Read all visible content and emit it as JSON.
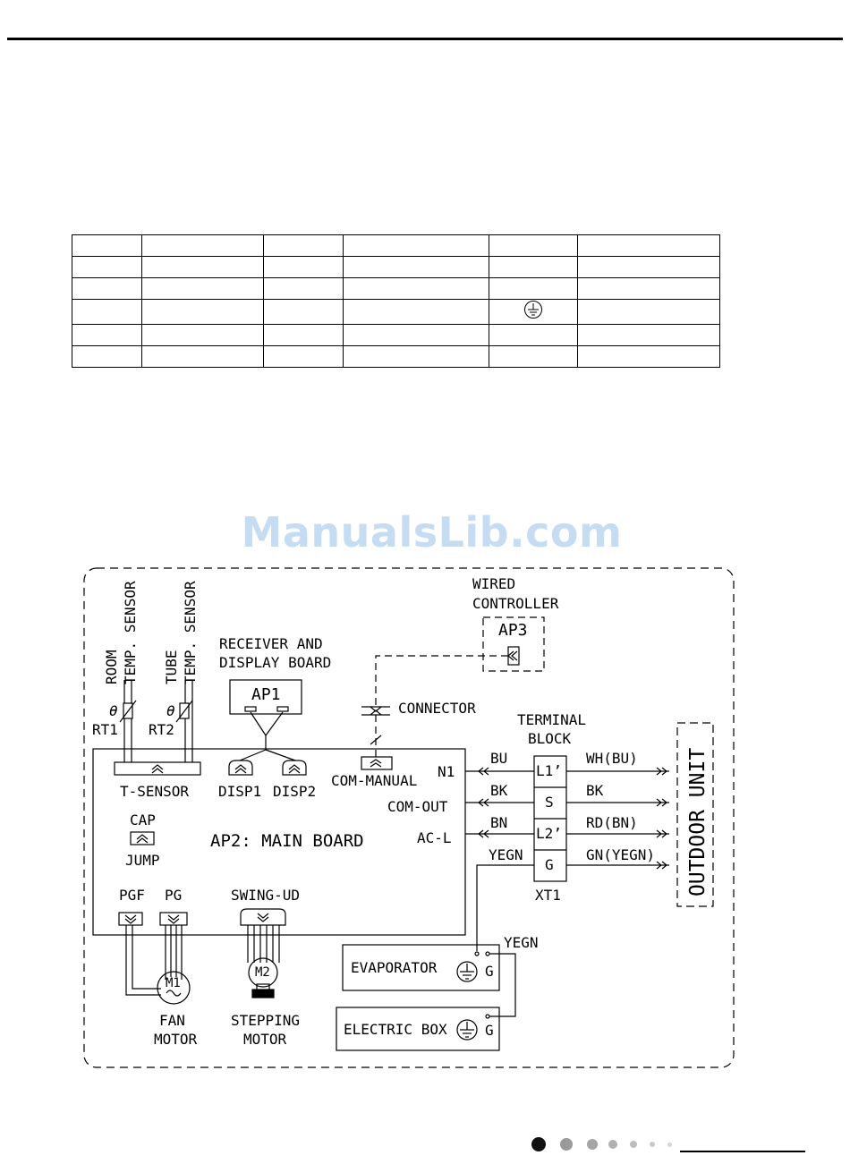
{
  "watermark": "ManualsLib.com",
  "legend": {
    "rows": 6,
    "cols": 6,
    "ground_symbol": "ground-icon"
  },
  "diagram": {
    "sensors": {
      "room_l1": "ROOM",
      "room_l2": "TEMP. SENSOR",
      "tube_l1": "TUBE",
      "tube_l2": "TEMP. SENSOR",
      "rt1": "RT1",
      "rt2": "RT2",
      "theta": "θ"
    },
    "receiver": {
      "line1": "RECEIVER AND",
      "line2": "DISPLAY BOARD",
      "ap1": "AP1"
    },
    "wired": {
      "line1": "WIRED",
      "line2": "CONTROLLER",
      "ap3": "AP3"
    },
    "connector": "CONNECTOR",
    "terminal": {
      "line1": "TERMINAL",
      "line2": "BLOCK",
      "xt1": "XT1",
      "pins": [
        "L1’",
        "S",
        "L2’",
        "G"
      ]
    },
    "board": {
      "title": "AP2: MAIN BOARD",
      "t_sensor": "T-SENSOR",
      "disp1": "DISP1",
      "disp2": "DISP2",
      "com_manual": "COM-MANUAL",
      "n1": "N1",
      "com_out": "COM-OUT",
      "ac_l": "AC-L",
      "cap": "CAP",
      "jump": "JUMP",
      "pgf": "PGF",
      "pg": "PG",
      "swing_ud": "SWING-UD"
    },
    "wires_left": [
      "BU",
      "BK",
      "BN",
      "YEGN"
    ],
    "wires_right": [
      "WH(BU)",
      "BK",
      "RD(BN)",
      "GN(YEGN)"
    ],
    "outdoor": "OUTDOOR UNIT",
    "evaporator": {
      "label": "EVAPORATOR",
      "g": "G",
      "yegn": "YEGN"
    },
    "electric_box": {
      "label": "ELECTRIC BOX",
      "g": "G"
    },
    "fan_motor": {
      "m": "M1",
      "line1": "FAN",
      "line2": "MOTOR"
    },
    "stepping_motor": {
      "m": "M2",
      "line1": "STEPPING",
      "line2": "MOTOR"
    }
  },
  "colors": {
    "watermark": "#c5dcf2",
    "page_dot_active": "#111111",
    "page_dot_inactive": "#9a9a9a"
  }
}
